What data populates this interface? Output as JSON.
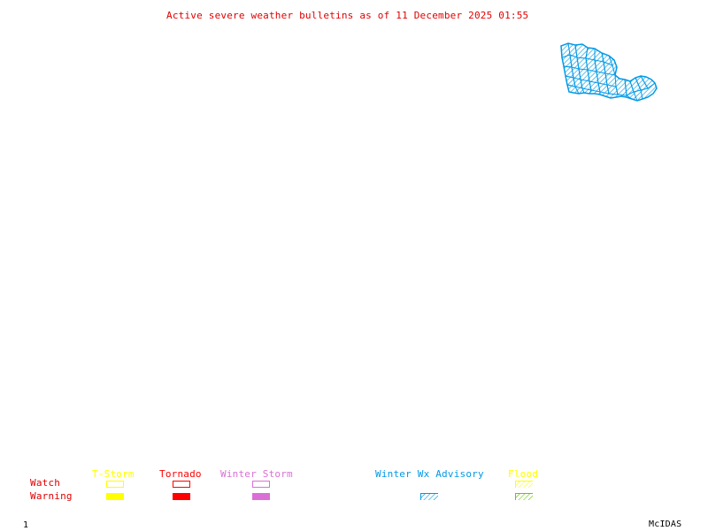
{
  "title": "Active severe weather bulletins as of 11 December 2025 01:55",
  "map": {
    "features": [
      {
        "type": "Winter Wx Advisory",
        "region": "northeast",
        "style": "hatched",
        "color": "#0099e6"
      }
    ]
  },
  "legend": {
    "row_labels": {
      "watch": "Watch",
      "warning": "Warning"
    },
    "row_label_color": "#e00000",
    "categories": [
      {
        "name": "T-Storm",
        "color": "#ffff00",
        "watch": "outline",
        "warning": "solid"
      },
      {
        "name": "Tornado",
        "color": "#ff0000",
        "watch": "outline",
        "warning": "solid"
      },
      {
        "name": "Winter Storm",
        "color": "#da70d6",
        "watch": "outline",
        "warning": "solid"
      },
      {
        "name": "Winter Wx Advisory",
        "color": "#0099e6",
        "watch": null,
        "warning": "hatched"
      },
      {
        "name": "Flood",
        "color": "#ffff00",
        "warning_color": "#66cc00",
        "watch": "hatched",
        "warning": "hatched"
      }
    ]
  },
  "footer": {
    "page": "1",
    "brand": "McIDAS"
  }
}
